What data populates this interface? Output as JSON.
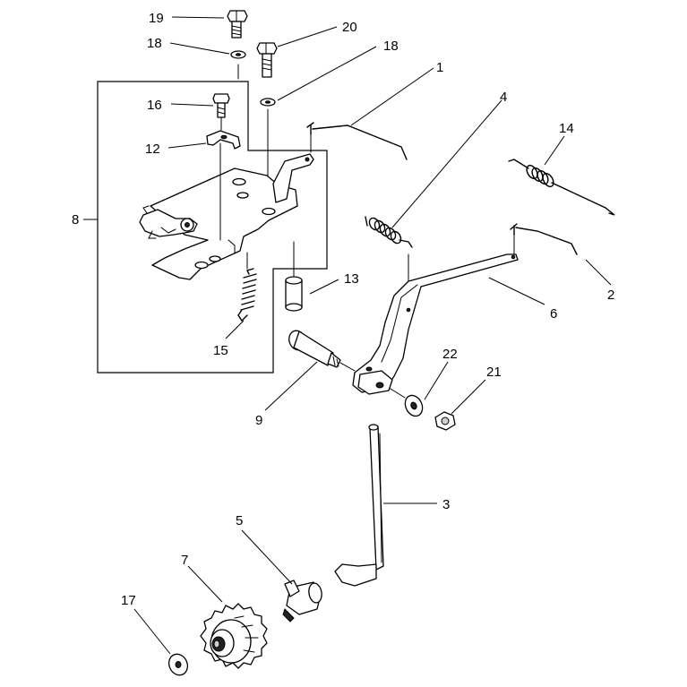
{
  "callouts": {
    "c1": "1",
    "c2": "2",
    "c3": "3",
    "c4": "4",
    "c5": "5",
    "c6": "6",
    "c7": "7",
    "c8": "8",
    "c9": "9",
    "c12": "12",
    "c13": "13",
    "c14": "14",
    "c15": "15",
    "c16": "16",
    "c17": "17",
    "c18a": "18",
    "c18b": "18",
    "c19": "19",
    "c20": "20",
    "c21": "21",
    "c22": "22"
  }
}
